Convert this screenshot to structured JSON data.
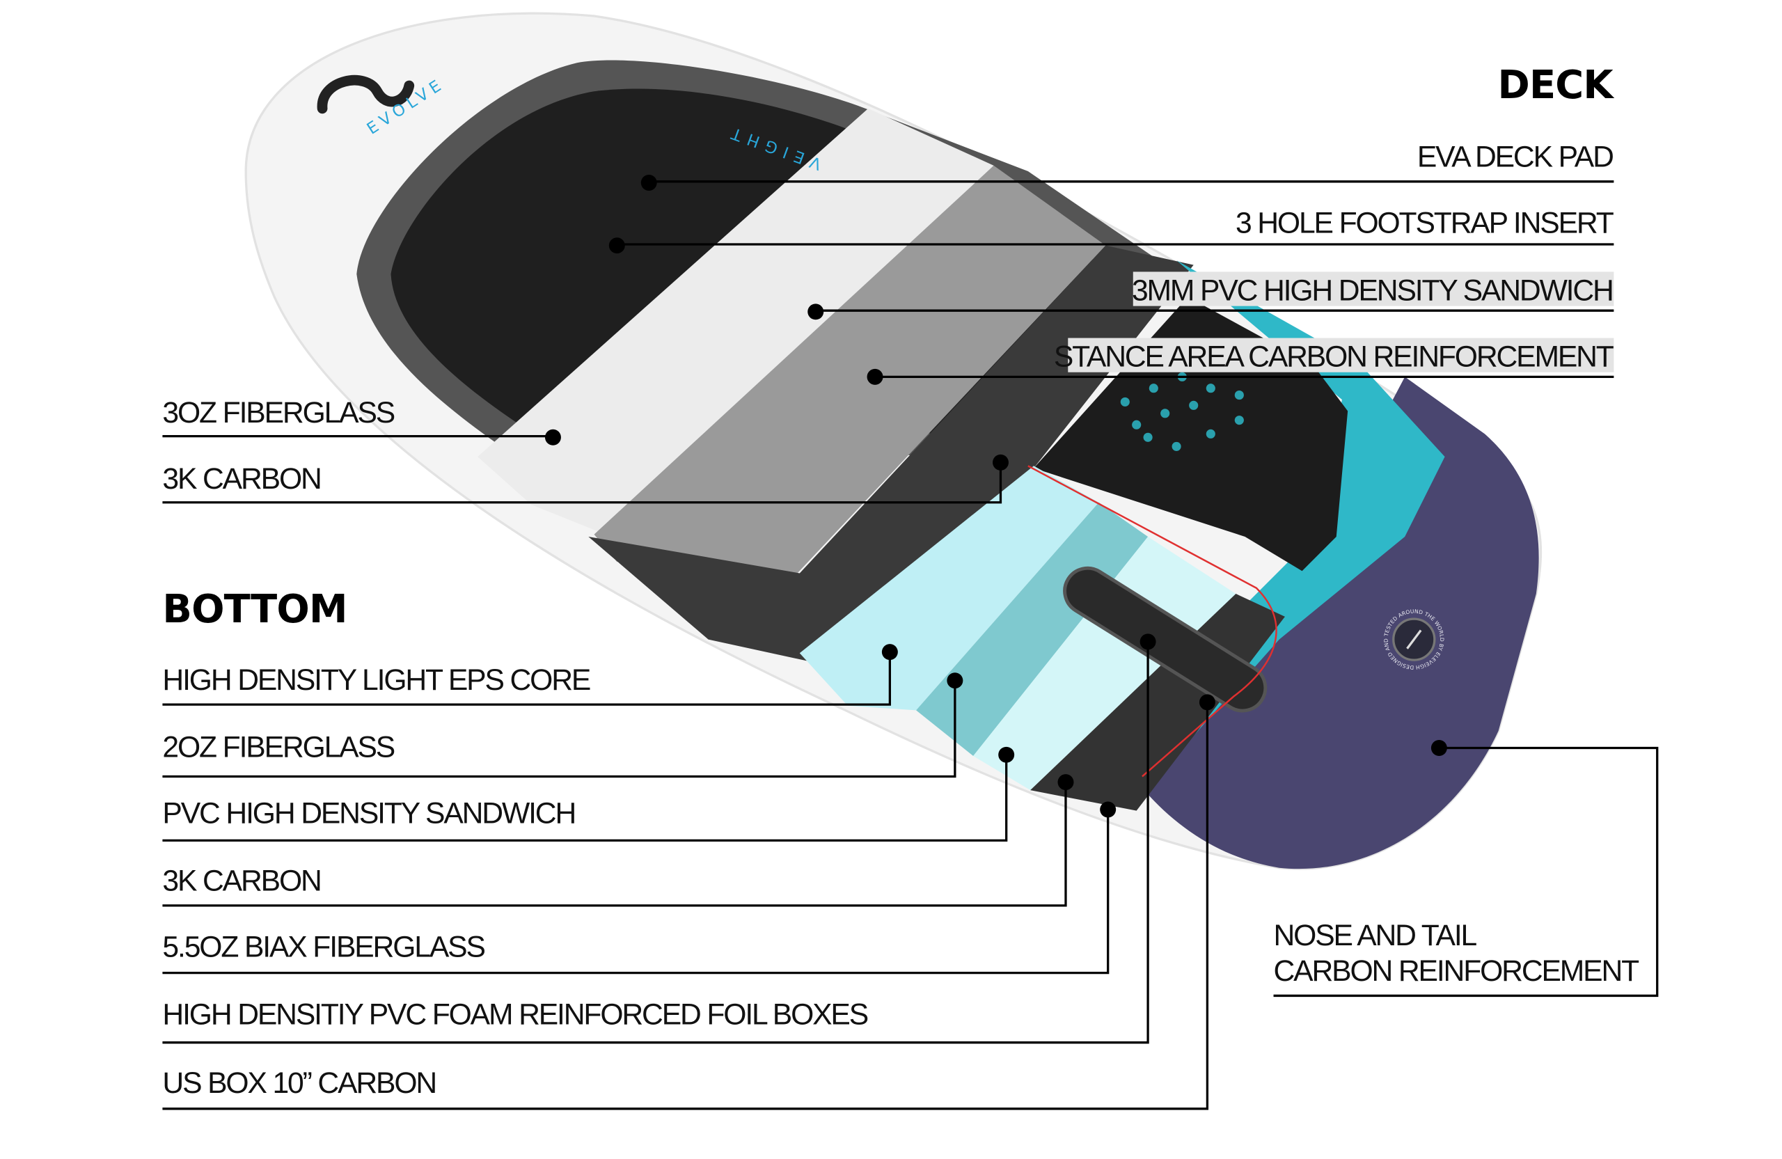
{
  "brand": {
    "logo_text": "EVOLVE",
    "model_text": "VEIGHT",
    "badge_text": "DESIGNED AND TESTED AROUND THE WORLD BY ELEVEIGHT"
  },
  "colors": {
    "teal": "#2fb8c8",
    "purple": "#4a4670",
    "light_blue": "#bfeff5",
    "carbon": "#3a3a3a",
    "pad": "#1c1c1c",
    "accent_blue": "#29a6d9"
  },
  "deck": {
    "title": "DECK",
    "labels": [
      {
        "text": "EVA DECK PAD"
      },
      {
        "text": "3 HOLE FOOTSTRAP INSERT"
      },
      {
        "text": "3MM PVC HIGH DENSITY SANDWICH"
      },
      {
        "text": "STANCE AREA CARBON REINFORCEMENT"
      },
      {
        "text": "3OZ FIBERGLASS"
      },
      {
        "text": "3K CARBON"
      }
    ]
  },
  "bottom": {
    "title": "BOTTOM",
    "labels": [
      {
        "text": "HIGH DENSITY LIGHT EPS CORE"
      },
      {
        "text": "2OZ FIBERGLASS"
      },
      {
        "text": "PVC HIGH DENSITY SANDWICH"
      },
      {
        "text": "3K CARBON"
      },
      {
        "text": "5.5OZ BIAX FIBERGLASS"
      },
      {
        "text": "HIGH DENSITIY PVC FOAM REINFORCED FOIL BOXES"
      },
      {
        "text": "US BOX 10” CARBON"
      }
    ]
  },
  "nose_tail": {
    "line1": "NOSE AND TAIL",
    "line2": "CARBON REINFORCEMENT"
  }
}
